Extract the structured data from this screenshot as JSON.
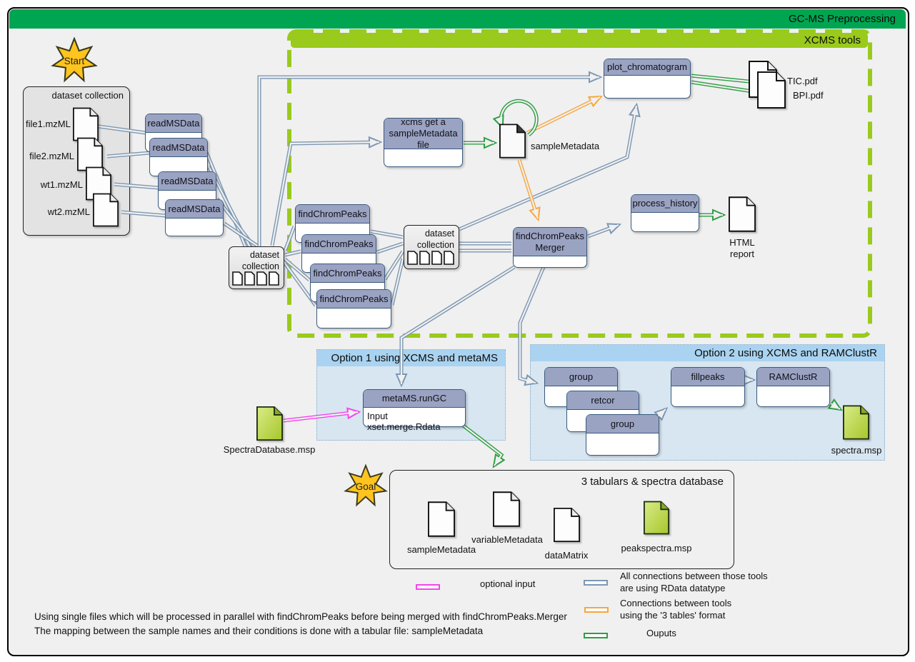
{
  "window": {
    "title": "GC-MS Preprocessing"
  },
  "xcms": {
    "title": "XCMS tools"
  },
  "badges": {
    "start": "Start",
    "goal": "Goal"
  },
  "input_collection": {
    "title": "dataset collection",
    "files": [
      "file1.mzML",
      "file2.mzML",
      "wt1.mzML",
      "wt2.mzML"
    ]
  },
  "tools": {
    "read_ms_data": [
      "readMSData",
      "readMSData",
      "readMSData",
      "readMSData"
    ],
    "xcms_get": "xcms get a sampleMetadata file",
    "plot_chromatogram": "plot_chromatogram",
    "find_chrom_peaks": [
      "findChromPeaks",
      "findChromPeaks",
      "findChromPeaks",
      "findChromPeaks"
    ],
    "merger": "findChromPeaks Merger",
    "process_history": "process_history",
    "metams": {
      "title": "metaMS.runGC",
      "body": "Input xset.merge.Rdata"
    },
    "group1": "group",
    "retcor": "retcor",
    "group2": "group",
    "fillpeaks": "fillpeaks",
    "ramclustr": "RAMClustR"
  },
  "collections": {
    "mid": "dataset collection",
    "merged": "dataset collection"
  },
  "files": {
    "sample_metadata": "sampleMetadata",
    "tic": "TIC.pdf",
    "bpi": "BPI.pdf",
    "html_report_line1": "HTML",
    "html_report_line2": "report",
    "spectra_database": "SpectraDatabase.msp",
    "spectra_msp": "spectra.msp"
  },
  "option1": {
    "title": "Option 1 using XCMS and metaMS"
  },
  "option2": {
    "title": "Option 2 using XCMS and RAMClustR"
  },
  "goal_box": {
    "title": "3 tabulars & spectra database",
    "files": [
      "sampleMetadata",
      "variableMetadata",
      "dataMatrix",
      "peakspectra.msp"
    ]
  },
  "legend": {
    "optional": "optional input",
    "rdata_line1": "All connections between those tools",
    "rdata_line2": "are using RData datatype",
    "tables_line1": "Connections between tools",
    "tables_line2": "using  the '3 tables' format",
    "outputs": "Ouputs"
  },
  "notes": [
    "Using single files which will be processed in parallel with findChromPeaks before being merged with findChromPeaks.Merger",
    "The mapping between the sample names and their conditions is done with a tabular file: sampleMetadata"
  ],
  "colors": {
    "header_green": "#00a551",
    "xcms_green": "#9aca1c",
    "tool_header": "#9aa3c2",
    "rdata_blue": "#7d97b2",
    "tables_orange": "#f7a63d",
    "output_green": "#2f9e44",
    "optional_magenta": "#f544ee",
    "option_bar_blue": "#a9d3f0"
  }
}
